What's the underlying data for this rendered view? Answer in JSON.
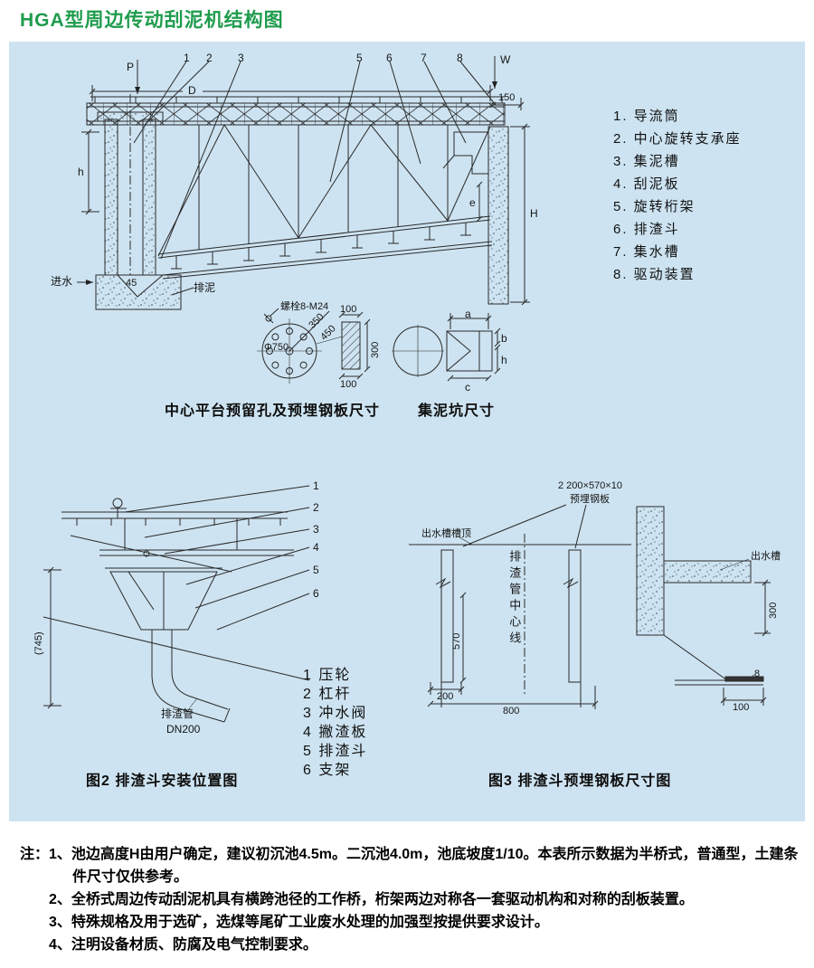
{
  "page": {
    "title": "HGA型周边传动刮泥机结构图"
  },
  "main_drawing": {
    "callouts": {
      "c1": "1",
      "c2": "2",
      "c3": "3",
      "c5": "5",
      "c6": "6",
      "c7": "7",
      "c8": "8"
    },
    "dims": {
      "p": "P",
      "w": "W",
      "d": "D",
      "n150": "150",
      "h": "h",
      "H": "H",
      "e": "e",
      "angle": "45"
    },
    "labels": {
      "inlet": "进水",
      "sludge": "排泥"
    }
  },
  "legend": {
    "items": [
      "1. 导流筒",
      "2. 中心旋转支承座",
      "3. 集泥槽",
      "4. 刮泥板",
      "5. 旋转桁架",
      "6. 排渣斗",
      "7. 集水槽",
      "8. 驱动装置"
    ]
  },
  "center_detail": {
    "bolt_label": "螺栓8-M24",
    "diameter": "Φ750",
    "dims": {
      "d350": "350",
      "d450": "450",
      "d300": "300",
      "d100_top": "100",
      "d100_bottom": "100"
    },
    "caption": "中心平台预留孔及预埋钢板尺寸"
  },
  "pit_detail": {
    "dims": {
      "a": "a",
      "b": "b",
      "h": "h",
      "c": "c"
    },
    "caption": "集泥坑尺寸"
  },
  "figure2": {
    "callouts": [
      "1",
      "2",
      "3",
      "4",
      "5",
      "6"
    ],
    "dim_745": "(745)",
    "pipe_label": "排渣管",
    "pipe_size": "DN200",
    "legend": [
      "1 压轮",
      "2 杠杆",
      "3 冲水阀",
      "4 撇渣板",
      "5 排渣斗",
      "6 支架"
    ],
    "caption": "图2 排渣斗安装位置图"
  },
  "figure3": {
    "plate_qty_size": "2 200×570×10",
    "plate_name": "预埋钢板",
    "channel_top_label": "出水槽槽顶",
    "centerline_label": "排渣管中心线",
    "outlet_label": "出水槽",
    "dims": {
      "d570": "570",
      "d200": "200",
      "d800": "800",
      "d300": "300",
      "d8": "8",
      "d100": "100"
    },
    "caption": "图3 排渣斗预埋钢板尺寸图"
  },
  "notes": {
    "prefix": "注：",
    "items": [
      "1、池边高度H由用户确定，建议初沉池4.5m。二沉池4.0m，池底坡度1/10。本表所示数据为半桥式，普通型，土建条件尺寸仅供参考。",
      "2、全桥式周边传动刮泥机具有横跨池径的工作桥，桁架两边对称各一套驱动机构和对称的刮板装置。",
      "3、特殊规格及用于选矿，选煤等尾矿工业废水处理的加强型按提供要求设计。",
      "4、注明设备材质、防腐及电气控制要求。"
    ]
  },
  "colors": {
    "title_green": "#1f9c4d",
    "panel_blue": "#cde3f1"
  }
}
